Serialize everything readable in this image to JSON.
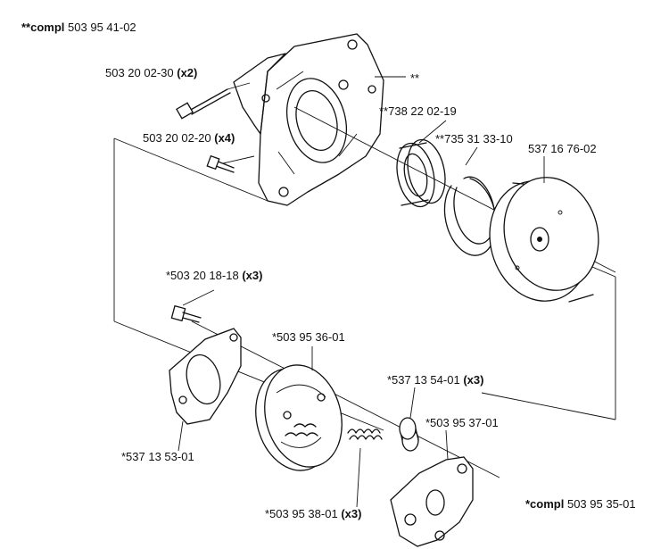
{
  "labels": {
    "compl_top": {
      "prefix": "**compl",
      "number": "503 95 41-02"
    },
    "bolt_x2": {
      "number": "503 20 02-30",
      "qty": "(x2)"
    },
    "bolt_x4": {
      "number": "503 20 02-20",
      "qty": "(x4)"
    },
    "housing": {
      "number": "**"
    },
    "bearing": {
      "number": "**738 22 02-19"
    },
    "circlip": {
      "number": "**735 31 33-10"
    },
    "drum": {
      "number": "537 16 76-02"
    },
    "screw_x3": {
      "number": "*503 20 18-18",
      "qty": "(x3)"
    },
    "clutch": {
      "number": "*503 95 36-01"
    },
    "plate": {
      "number": "*537 13 53-01"
    },
    "bushing_x3": {
      "number": "*537 13 54-01",
      "qty": "(x3)"
    },
    "carrier": {
      "number": "*503 95 37-01"
    },
    "spring_x3": {
      "number": "*503 95 38-01",
      "qty": "(x3)"
    },
    "compl_bottom": {
      "prefix": "*compl",
      "number": "503 95 35-01"
    }
  }
}
